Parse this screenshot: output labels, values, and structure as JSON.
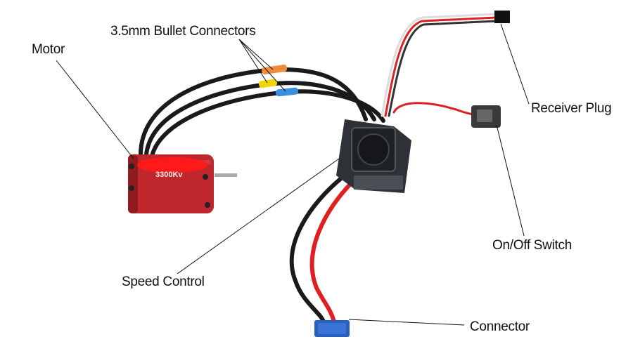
{
  "labels": {
    "motor": "Motor",
    "bullet_connectors": "3.5mm Bullet Connectors",
    "receiver_plug": "Receiver Plug",
    "on_off_switch": "On/Off Switch",
    "speed_control": "Speed Control",
    "connector": "Connector"
  },
  "motor_marking": "3300Kv",
  "colors": {
    "motor_body": "#c0272d",
    "wire_red": "#e02020",
    "wire_black": "#1a1a1a",
    "connector_blue": "#2a5fc0",
    "sleeve_orange": "#f08a3c",
    "sleeve_yellow": "#f2d400",
    "sleeve_blue": "#3a8ee0",
    "redaction": "#ff1a1a"
  }
}
